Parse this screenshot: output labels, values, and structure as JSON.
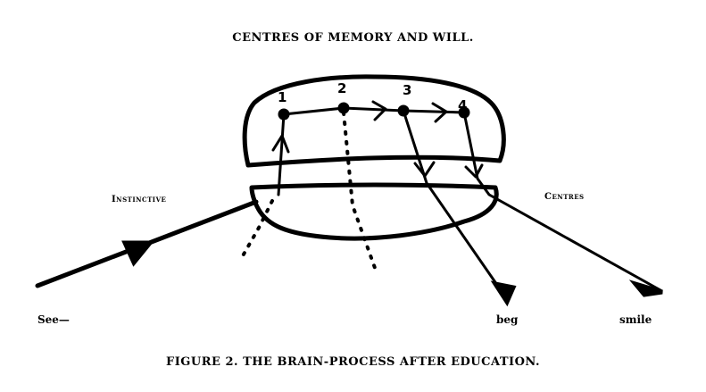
{
  "title": "CENTRES OF MEMORY AND WILL.",
  "caption": "FIGURE 2.   THE BRAIN-PROCESS AFTER EDUCATION.",
  "labels": {
    "instinctive": "Instinctive",
    "centres": "Centres",
    "see": "See—",
    "beg": "beg",
    "smile": "smile"
  },
  "nodes": [
    "1",
    "2",
    "3",
    "4"
  ]
}
